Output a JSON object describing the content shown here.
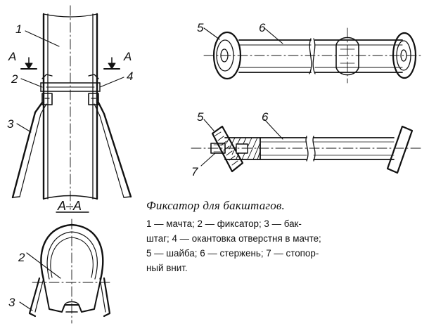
{
  "labels": {
    "mast_num": "1",
    "fixator_num": "2",
    "backstay_num": "3",
    "edging_num": "4",
    "washer_num": "5",
    "rod_num": "6",
    "screw_num": "7",
    "section_letter": "А",
    "section_title": "А–А"
  },
  "caption": {
    "title": "Фиксатор для бакштагов.",
    "lines": [
      "1 — мачта;    2 — фиксатор;    3 — бак-",
      "штаг; 4 — окантовка отверстня в мачте;",
      "5 — шайба; 6 — стержень; 7 — стопор-",
      "ный внит."
    ]
  }
}
